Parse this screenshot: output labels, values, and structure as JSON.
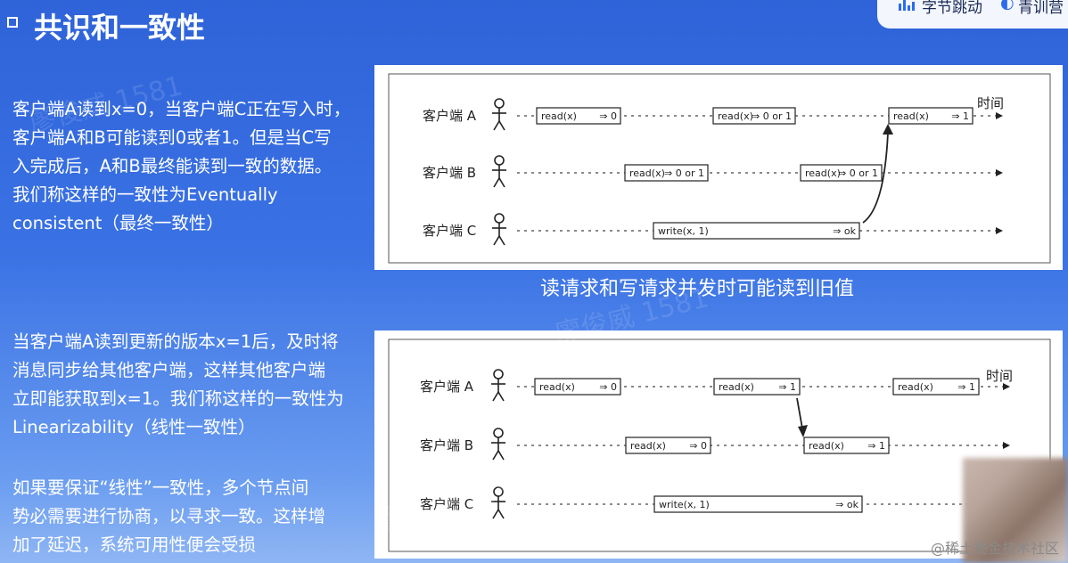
{
  "header": {
    "title": "共识和一致性",
    "logo_text": "字节跳动",
    "logo_text2": "青训营"
  },
  "left": {
    "para1": [
      "客户端A读到x=0，当客户端C正在写入时，",
      "客户端A和B可能读到0或者1。但是当C写",
      "入完成后，A和B最终能读到一致的数据。",
      "我们称这样的一致性为Eventually",
      "consistent（最终一致性）"
    ],
    "para2": [
      "当客户端A读到更新的版本x=1后，及时将",
      "消息同步给其他客户端，这样其他客户端",
      "立即能获取到x=1。我们称这样的一致性为",
      "Linearizability（线性一致性）"
    ],
    "para3": [
      "如果要保证“线性”一致性，多个节点间",
      "势必需要进行协商，以寻求一致。这样增",
      "加了延迟，系统可用性便会受损"
    ]
  },
  "caption": "读请求和写请求并发时可能读到旧值",
  "diagram1": {
    "time_label": "时间",
    "clients": [
      "客户端 A",
      "客户端 B",
      "客户端 C"
    ],
    "ops": [
      {
        "lane": 0,
        "op": "read(x)",
        "result": "⇒ 0"
      },
      {
        "lane": 0,
        "op": "read(x)",
        "result": "⇒ 0 or 1"
      },
      {
        "lane": 0,
        "op": "read(x)",
        "result": "⇒ 1"
      },
      {
        "lane": 1,
        "op": "read(x)",
        "result": "⇒ 0 or 1"
      },
      {
        "lane": 1,
        "op": "read(x)",
        "result": "⇒ 0 or 1"
      },
      {
        "lane": 2,
        "op": "write(x, 1)",
        "result": "⇒ ok"
      }
    ]
  },
  "diagram2": {
    "time_label": "时间",
    "clients": [
      "客户端 A",
      "客户端 B",
      "客户端 C"
    ],
    "ops": [
      {
        "lane": 0,
        "op": "read(x)",
        "result": "⇒ 0"
      },
      {
        "lane": 0,
        "op": "read(x)",
        "result": "⇒ 1"
      },
      {
        "lane": 0,
        "op": "read(x)",
        "result": "⇒ 1"
      },
      {
        "lane": 1,
        "op": "read(x)",
        "result": "⇒ 0"
      },
      {
        "lane": 1,
        "op": "read(x)",
        "result": "⇒ 1"
      },
      {
        "lane": 2,
        "op": "write(x, 1)",
        "result": "⇒ ok"
      }
    ]
  },
  "watermark": "廖俊威 1581",
  "footer": "@稀土掘金技术社区",
  "colors": {
    "accent": "#2f63d9",
    "line": "#333333"
  }
}
